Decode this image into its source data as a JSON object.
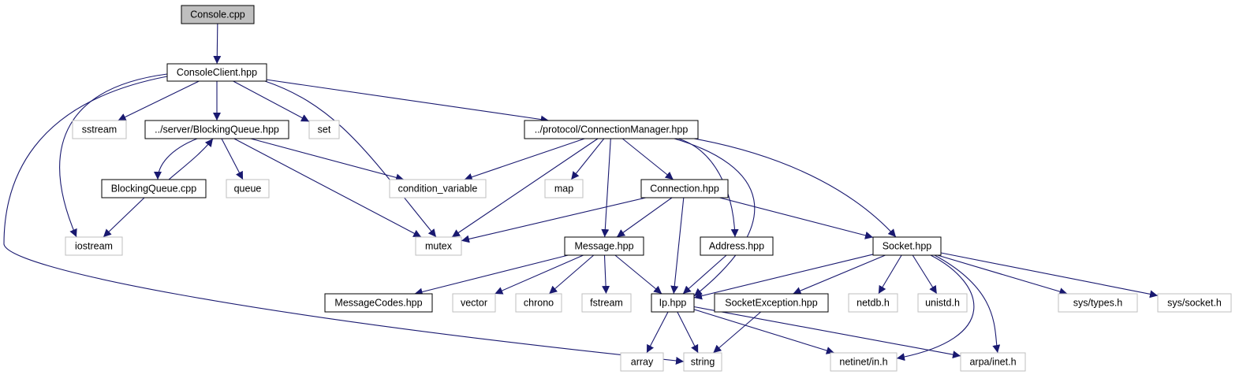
{
  "colors": {
    "edge": "#191970",
    "project_border": "#000000",
    "system_border": "#bfbfbf",
    "root_fill": "#bfbfbf"
  },
  "nodes": [
    {
      "id": "console_cpp",
      "label": "Console.cpp",
      "kind": "root"
    },
    {
      "id": "console_client",
      "label": "ConsoleClient.hpp",
      "kind": "project"
    },
    {
      "id": "sstream",
      "label": "sstream",
      "kind": "system"
    },
    {
      "id": "server_bq",
      "label": "../server/BlockingQueue.hpp",
      "kind": "project"
    },
    {
      "id": "set",
      "label": "set",
      "kind": "system"
    },
    {
      "id": "conn_mgr",
      "label": "../protocol/ConnectionManager.hpp",
      "kind": "project"
    },
    {
      "id": "bq_cpp",
      "label": "BlockingQueue.cpp",
      "kind": "project"
    },
    {
      "id": "queue",
      "label": "queue",
      "kind": "system"
    },
    {
      "id": "cond_var",
      "label": "condition_variable",
      "kind": "system"
    },
    {
      "id": "map",
      "label": "map",
      "kind": "system"
    },
    {
      "id": "connection",
      "label": "Connection.hpp",
      "kind": "project"
    },
    {
      "id": "iostream",
      "label": "iostream",
      "kind": "system"
    },
    {
      "id": "mutex",
      "label": "mutex",
      "kind": "system"
    },
    {
      "id": "message",
      "label": "Message.hpp",
      "kind": "project"
    },
    {
      "id": "address",
      "label": "Address.hpp",
      "kind": "project"
    },
    {
      "id": "socket",
      "label": "Socket.hpp",
      "kind": "project"
    },
    {
      "id": "msg_codes",
      "label": "MessageCodes.hpp",
      "kind": "project"
    },
    {
      "id": "vector",
      "label": "vector",
      "kind": "system"
    },
    {
      "id": "chrono",
      "label": "chrono",
      "kind": "system"
    },
    {
      "id": "fstream",
      "label": "fstream",
      "kind": "system"
    },
    {
      "id": "ip",
      "label": "Ip.hpp",
      "kind": "project"
    },
    {
      "id": "sock_exc",
      "label": "SocketException.hpp",
      "kind": "project"
    },
    {
      "id": "netdb",
      "label": "netdb.h",
      "kind": "system"
    },
    {
      "id": "unistd",
      "label": "unistd.h",
      "kind": "system"
    },
    {
      "id": "sys_types",
      "label": "sys/types.h",
      "kind": "system"
    },
    {
      "id": "sys_socket",
      "label": "sys/socket.h",
      "kind": "system"
    },
    {
      "id": "array",
      "label": "array",
      "kind": "system"
    },
    {
      "id": "string",
      "label": "string",
      "kind": "system"
    },
    {
      "id": "netinet",
      "label": "netinet/in.h",
      "kind": "system"
    },
    {
      "id": "arpa",
      "label": "arpa/inet.h",
      "kind": "system"
    }
  ],
  "edges": [
    [
      "console_cpp",
      "console_client"
    ],
    [
      "console_client",
      "sstream"
    ],
    [
      "console_client",
      "server_bq"
    ],
    [
      "console_client",
      "set"
    ],
    [
      "console_client",
      "conn_mgr"
    ],
    [
      "console_client",
      "iostream"
    ],
    [
      "console_client",
      "mutex"
    ],
    [
      "console_client",
      "string"
    ],
    [
      "server_bq",
      "bq_cpp"
    ],
    [
      "bq_cpp",
      "server_bq"
    ],
    [
      "server_bq",
      "queue"
    ],
    [
      "server_bq",
      "cond_var"
    ],
    [
      "server_bq",
      "mutex"
    ],
    [
      "bq_cpp",
      "iostream"
    ],
    [
      "conn_mgr",
      "cond_var"
    ],
    [
      "conn_mgr",
      "map"
    ],
    [
      "conn_mgr",
      "connection"
    ],
    [
      "conn_mgr",
      "mutex"
    ],
    [
      "conn_mgr",
      "message"
    ],
    [
      "conn_mgr",
      "address"
    ],
    [
      "conn_mgr",
      "socket"
    ],
    [
      "conn_mgr",
      "ip"
    ],
    [
      "connection",
      "mutex"
    ],
    [
      "connection",
      "message"
    ],
    [
      "connection",
      "ip"
    ],
    [
      "connection",
      "socket"
    ],
    [
      "message",
      "msg_codes"
    ],
    [
      "message",
      "vector"
    ],
    [
      "message",
      "chrono"
    ],
    [
      "message",
      "fstream"
    ],
    [
      "message",
      "ip"
    ],
    [
      "address",
      "ip"
    ],
    [
      "socket",
      "ip"
    ],
    [
      "socket",
      "sock_exc"
    ],
    [
      "socket",
      "netdb"
    ],
    [
      "socket",
      "unistd"
    ],
    [
      "socket",
      "sys_types"
    ],
    [
      "socket",
      "sys_socket"
    ],
    [
      "socket",
      "netinet"
    ],
    [
      "socket",
      "arpa"
    ],
    [
      "ip",
      "array"
    ],
    [
      "ip",
      "string"
    ],
    [
      "ip",
      "netinet"
    ],
    [
      "ip",
      "arpa"
    ],
    [
      "sock_exc",
      "string"
    ]
  ]
}
